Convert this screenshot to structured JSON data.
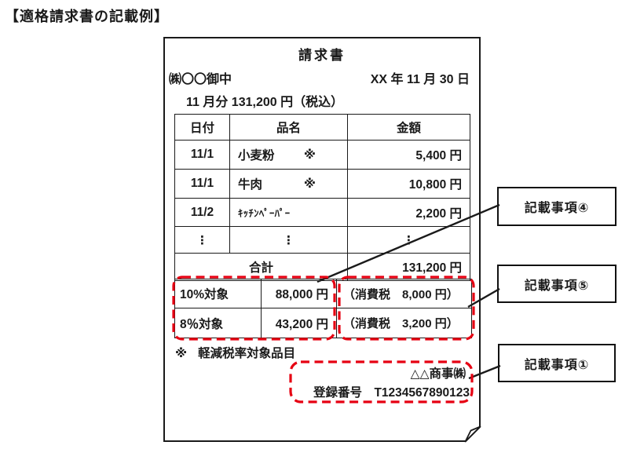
{
  "colors": {
    "annotation_red": "#e60012",
    "ink_black": "#1a1a1a"
  },
  "page": {
    "heading": "【適格請求書の記載例】"
  },
  "invoice": {
    "doc_title": "請求書",
    "addressee": "㈱〇〇御中",
    "issue_date": "XX 年 11 月 30 日",
    "period_line": "11 月分 131,200 円（税込）",
    "items_table": {
      "headers": [
        "日付",
        "品名",
        "金額"
      ],
      "rows": [
        {
          "date": "11/1",
          "item": "小麦粉",
          "mark": "※",
          "amount": "5,400 円"
        },
        {
          "date": "11/1",
          "item": "牛肉",
          "mark": "※",
          "amount": "10,800 円"
        },
        {
          "date": "11/2",
          "item": "ｷｯﾁﾝﾍﾟｰﾊﾟｰ",
          "mark": "",
          "amount": "2,200 円"
        },
        {
          "date": "⋮",
          "item": "⋮",
          "mark": "",
          "amount": "⋮"
        }
      ],
      "total_label": "合計",
      "total_amount": "131,200 円"
    },
    "tax_table": {
      "rows": [
        {
          "rate": "10%対象",
          "amount": "88,000 円",
          "tax": "（消費税　8,000 円）"
        },
        {
          "rate": "8％対象",
          "amount": "43,200 円",
          "tax": "（消費税　3,200 円）"
        }
      ]
    },
    "footnote": {
      "mark": "※",
      "text": "軽減税率対象品目"
    },
    "issuer": {
      "company": "△△商事㈱",
      "registration": "登録番号　T1234567890123"
    }
  },
  "callouts": [
    {
      "label": "記載事項④"
    },
    {
      "label": "記載事項⑤"
    },
    {
      "label": "記載事項①"
    }
  ]
}
